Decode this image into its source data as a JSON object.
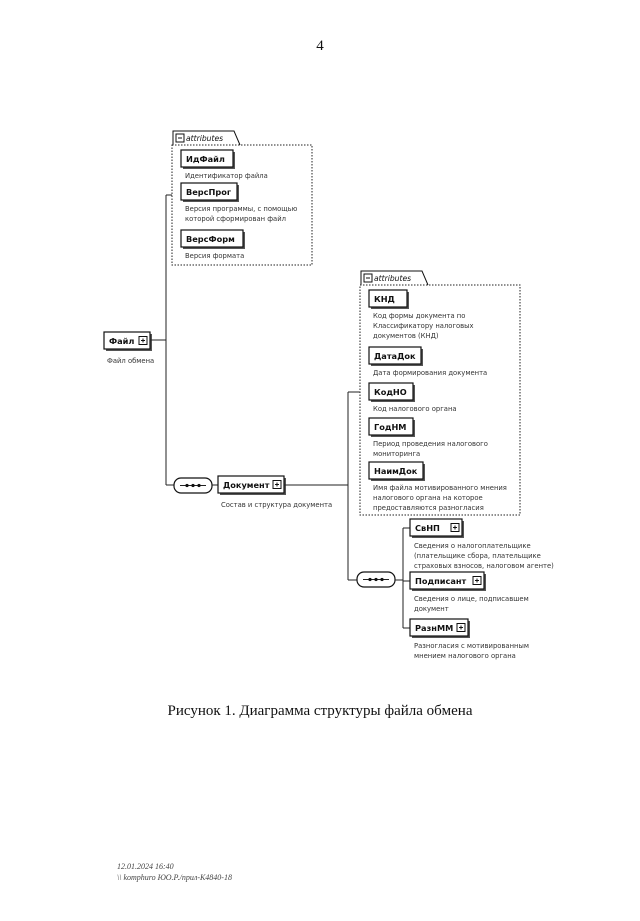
{
  "page": {
    "number": "4",
    "caption": "Рисунок 1. Диаграмма структуры файла обмена",
    "footer": [
      "12.01.2024 16:40",
      "\\\\ komphuro ЮО.Р./прил-К4840-18"
    ]
  },
  "diagram": {
    "attributes_label": "attributes",
    "root": {
      "name": "Файл",
      "description": "Файл обмена"
    },
    "root_attributes": [
      {
        "name": "ИдФайл",
        "description": [
          "Идентификатор файла"
        ]
      },
      {
        "name": "ВерсПрог",
        "description": [
          "Версия программы, с помощью",
          "которой сформирован файл"
        ]
      },
      {
        "name": "ВерсФорм",
        "description": [
          "Версия формата"
        ]
      }
    ],
    "document": {
      "name": "Документ",
      "description": "Состав и структура документа"
    },
    "document_attributes": [
      {
        "name": "КНД",
        "description": [
          "Код формы документа по",
          "Классификатору налоговых",
          "документов (КНД)"
        ]
      },
      {
        "name": "ДатаДок",
        "description": [
          "Дата формирования документа"
        ]
      },
      {
        "name": "КодНО",
        "description": [
          "Код налогового органа"
        ]
      },
      {
        "name": "ГодНМ",
        "description": [
          "Период проведения налогового",
          "мониторинга"
        ]
      },
      {
        "name": "НаимДок",
        "description": [
          "Имя файла мотивированного мнения",
          "налогового органа на которое",
          "предоставляются разногласия"
        ]
      }
    ],
    "document_children": [
      {
        "name": "СвНП",
        "description": [
          "Сведения о налогоплательщике",
          "(плательщике сбора, плательщике",
          "страховых взносов, налоговом агенте)"
        ]
      },
      {
        "name": "Подписант",
        "description": [
          "Сведения о лице, подписавшем",
          "документ"
        ]
      },
      {
        "name": "РазнММ",
        "description": [
          "Разногласия с мотивированным",
          "мнением налогового органа"
        ]
      }
    ]
  }
}
